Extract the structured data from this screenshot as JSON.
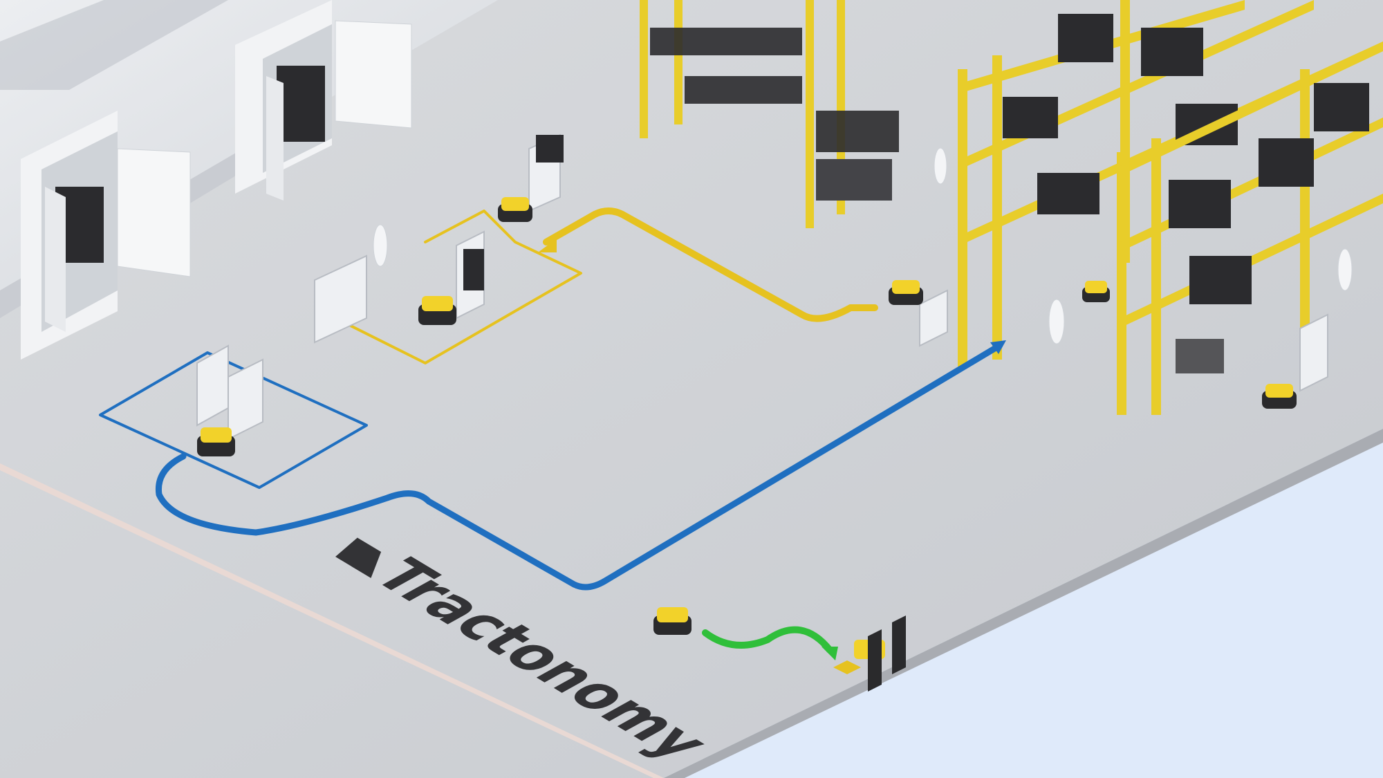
{
  "scene": {
    "title": "Isometric warehouse with autonomous tugger robots",
    "brand": {
      "name": "Tractonomy"
    },
    "colors": {
      "background": "#dfeafa",
      "floor": "#cfd2d6",
      "floor_edge": "#a9acb2",
      "wall": "#e4e6ea",
      "rack_yellow": "#e8cd2a",
      "robot_yellow": "#f2d22a",
      "robot_dark": "#2a2a2c",
      "box_dark": "#2b2b2e",
      "route_blue": "#1f6fc0",
      "route_yellow": "#e6c21f",
      "route_green": "#2fbf3a",
      "logo": "#333336"
    },
    "routes": [
      {
        "name": "blue-route",
        "color": "#1f6fc0"
      },
      {
        "name": "yellow-route",
        "color": "#e6c21f"
      },
      {
        "name": "green-route",
        "color": "#2fbf3a"
      }
    ]
  }
}
